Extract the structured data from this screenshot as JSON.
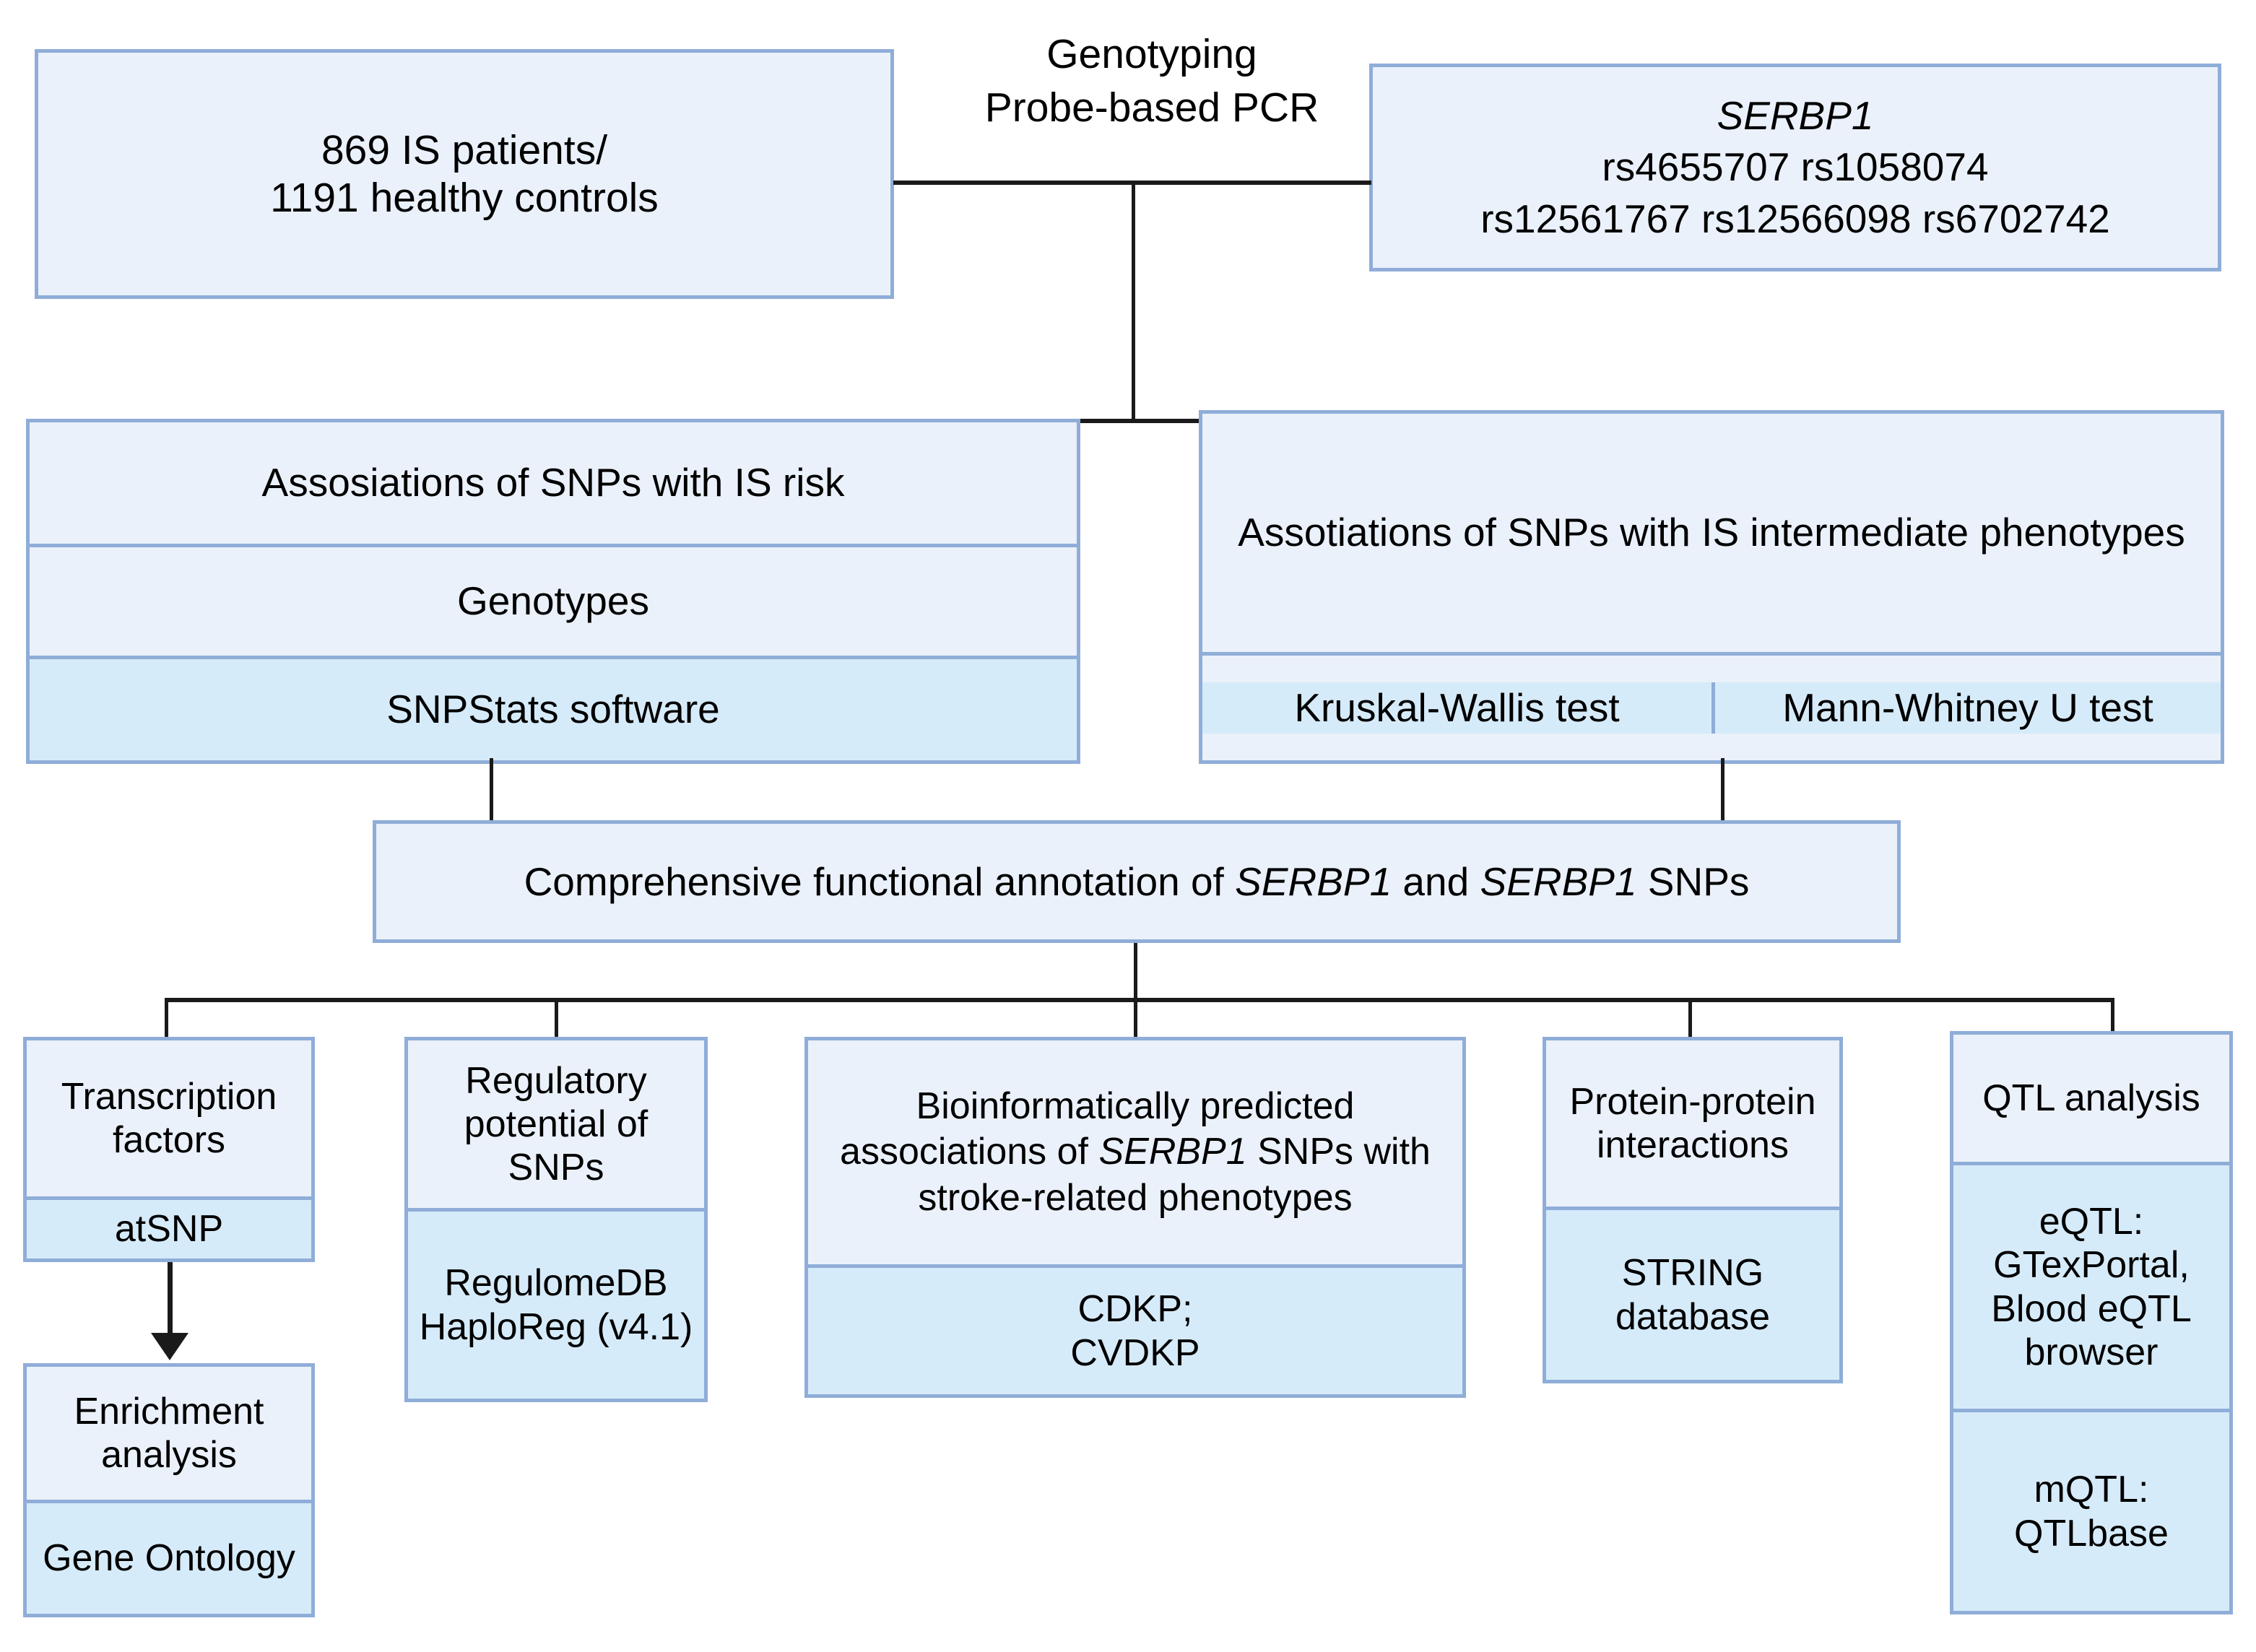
{
  "diagram": {
    "title_label": "Genotyping\nProbe-based PCR",
    "colors": {
      "box_border": "#8fadd8",
      "box_fill_light": "#eaf1fa",
      "box_fill_tool": "#d6ebf9",
      "connector": "#1a1a1a"
    },
    "nodes": {
      "cohort": {
        "line1": "869 IS patients/",
        "line2": "1191 healthy controls"
      },
      "gene_panel": {
        "gene": "SERBP1",
        "snps_line1": "rs4655707 rs1058074",
        "snps_line2": "rs12561767 rs12566098 rs6702742"
      },
      "is_risk": {
        "header": "Assosiations of SNPs with IS risk",
        "middle": "Genotypes",
        "tool": "SNPStats software"
      },
      "intermediate_phenotypes": {
        "header": "Assotiations of SNPs with IS intermediate phenotypes",
        "tool_left": "Kruskal-Wallis test",
        "tool_right": "Mann-Whitney U test"
      },
      "annotation": {
        "text_part1": "Comprehensive functional annotation of ",
        "gene1": "SERBP1",
        "text_part2": " and ",
        "gene2": "SERBP1",
        "text_part3": " SNPs"
      },
      "transcription_factors": {
        "header": "Transcription factors",
        "tool": "atSNP"
      },
      "enrichment": {
        "header": "Enrichment analysis",
        "tool": "Gene Ontology"
      },
      "regulatory_potential": {
        "header": "Regulatory potential of SNPs",
        "tool": "RegulomeDB HaploReg (v4.1)"
      },
      "bioinformatic_predictions": {
        "text_part1": "Bioinformatically predicted associations of ",
        "gene": "SERBP1",
        "text_part2": " SNPs with stroke-related phenotypes",
        "tool": "CDKP;\nCVDKP"
      },
      "ppi": {
        "header": "Protein-protein interactions",
        "tool": "STRING database"
      },
      "qtl": {
        "header": "QTL analysis",
        "tool_eqtl": "eQTL: GTexPortal, Blood eQTL browser",
        "tool_mqtl": "mQTL: QTLbase"
      }
    }
  }
}
